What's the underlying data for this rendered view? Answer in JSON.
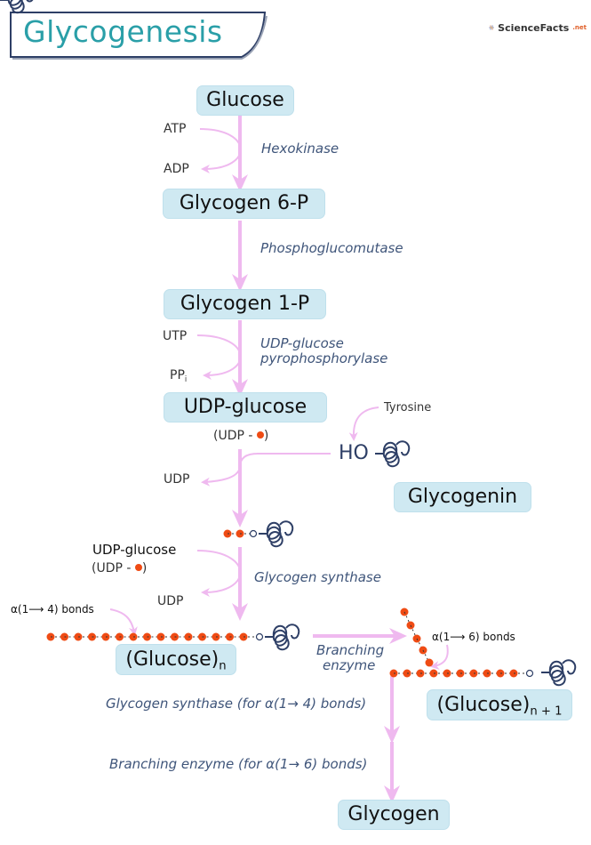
{
  "header": {
    "title": "Glycogenesis",
    "logo_text": "ScienceFacts",
    "logo_suffix": ".net",
    "logo_icon": "atom-icon"
  },
  "colors": {
    "title": "#2a9fa8",
    "box_fill": "#cfe9f2",
    "arrow": "#efb9ef",
    "enzyme_text": "#3f557a",
    "glucose_dot": "#ef4b14",
    "glycogenin_line": "#2e3f66"
  },
  "pathway": {
    "glucose": "Glucose",
    "g6p": "Glycogen 6-P",
    "g1p": "Glycogen 1-P",
    "udp_glucose": "UDP-glucose",
    "glycogenin": "Glycogenin",
    "glucose_n": "(Glucose)",
    "glucose_n_sub": "n",
    "glucose_n1": "(Glucose)",
    "glucose_n1_sub": "n + 1",
    "glycogen": "Glycogen"
  },
  "steps": {
    "hexokinase": {
      "enzyme": "Hexokinase",
      "in": "ATP",
      "out": "ADP"
    },
    "phosphoglucomutase": {
      "enzyme": "Phosphoglucomutase"
    },
    "udp_pyro": {
      "enzyme_line1": "UDP-glucose",
      "enzyme_line2": "pyrophosphorylase",
      "in": "UTP",
      "out": "PP",
      "out_sub": "i"
    },
    "glycogenin_priming": {
      "udp_label": "(UDP - ",
      "udp_close": ")",
      "out": "UDP",
      "tyrosine": "Tyrosine",
      "ho": "HO"
    },
    "glycogen_synthase": {
      "enzyme": "Glycogen synthase",
      "in": "UDP-glucose",
      "in_sub_open": "(UDP - ",
      "in_sub_close": ")",
      "out": "UDP"
    },
    "branching": {
      "enzyme_line1": "Branching",
      "enzyme_line2": "enzyme",
      "bond14": "α(1⟶ 4) bonds",
      "bond16": "α(1⟶ 6) bonds"
    },
    "final_1": "Glycogen synthase (for α(1→ 4) bonds)",
    "final_2": "Branching enzyme (for α(1→ 6) bonds)"
  }
}
